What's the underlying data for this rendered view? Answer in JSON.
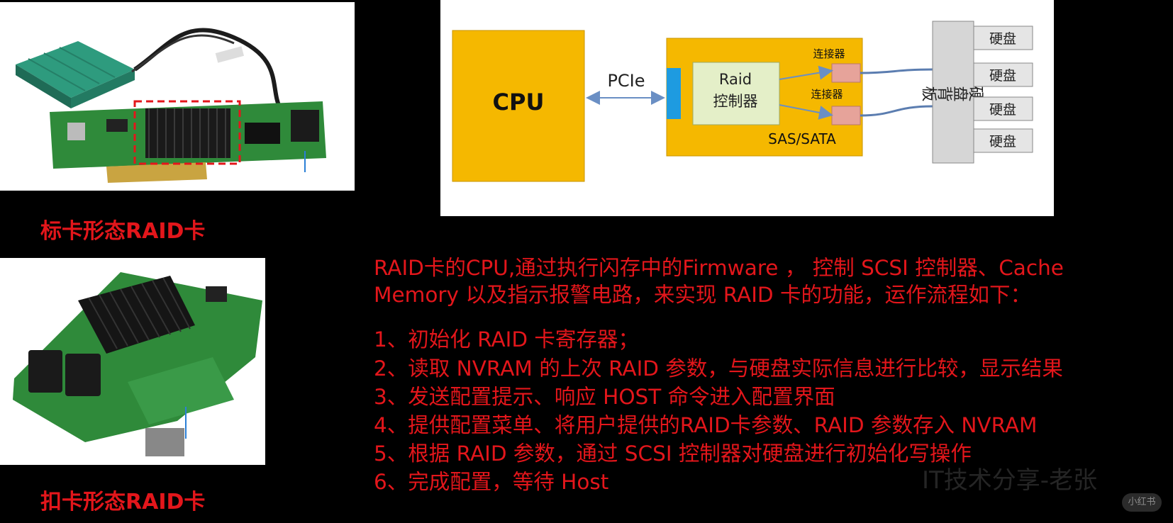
{
  "captions": {
    "standard_card": "标卡形态RAID卡",
    "mezz_card": "扣卡形态RAID卡"
  },
  "diagram": {
    "cpu": "CPU",
    "bus": "PCIe",
    "controller_line1": "Raid",
    "controller_line2": "控制器",
    "connector_top": "连接器",
    "connector_bottom": "连接器",
    "interface": "SAS/SATA",
    "backplane": "硬盘背板",
    "disks": [
      "硬盘",
      "硬盘",
      "硬盘",
      "硬盘"
    ]
  },
  "description": {
    "line1": "RAID卡的CPU,通过执行闪存中的Firmware ， 控制 SCSI 控制器、Cache",
    "line2": "Memory 以及指示报警电路，来实现 RAID 卡的功能，运作流程如下："
  },
  "steps": [
    "1、初始化 RAID 卡寄存器；",
    "2、读取 NVRAM 的上次 RAID 参数，与硬盘实际信息进行比较，显示结果",
    "3、发送配置提示、响应 HOST 命令进入配置界面",
    "4、提供配置菜单、将用户提供的RAID卡参数、RAID 参数存入 NVRAM",
    "5、根据 RAID 参数，通过 SCSI 控制器对硬盘进行初始化写操作",
    "6、完成配置，等待 Host"
  ],
  "watermark": "IT技术分享-老张",
  "badge": "小红书",
  "colors": {
    "text_red": "#e3161b",
    "cpu_fill": "#f5b800",
    "pcb_green": "#2f8a3a",
    "connector_pink": "#e6a39a"
  }
}
